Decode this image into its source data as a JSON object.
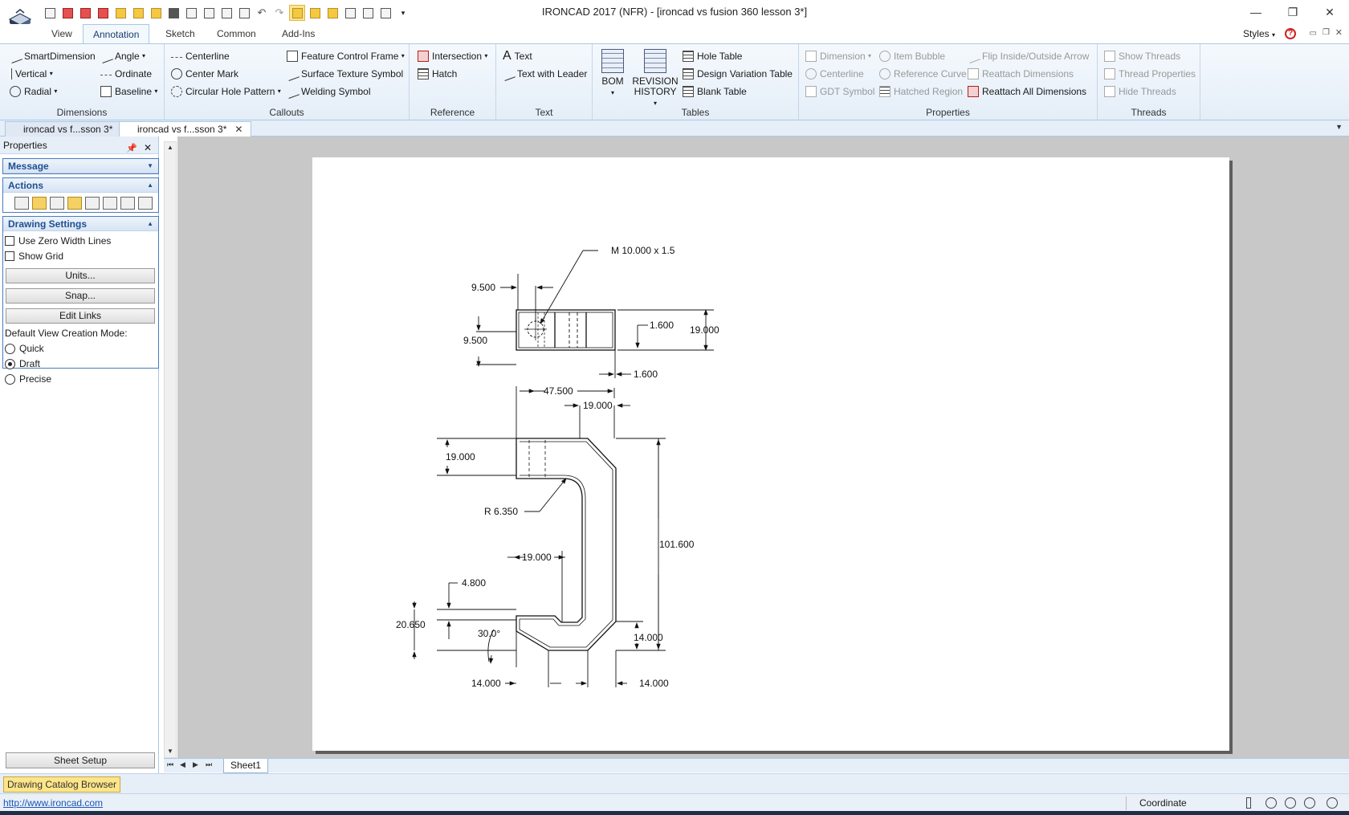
{
  "window": {
    "title": "IRONCAD 2017 (NFR) - [ironcad vs fusion 360 lesson 3*]",
    "minimize": "—",
    "restore": "❐",
    "close": "✕"
  },
  "ribbon_tabs": [
    "View",
    "Annotation",
    "Sketch",
    "Common",
    "Add-Ins"
  ],
  "ribbon_right": {
    "styles": "Styles",
    "help": "?"
  },
  "ribbon": {
    "dimensions": {
      "label": "Dimensions",
      "smart_dimension": "SmartDimension",
      "vertical": "Vertical",
      "radial": "Radial",
      "angle": "Angle",
      "ordinate": "Ordinate",
      "baseline": "Baseline"
    },
    "callouts": {
      "label": "Callouts",
      "centerline": "Centerline",
      "center_mark": "Center Mark",
      "circular_hole_pattern": "Circular Hole Pattern",
      "feature_control_frame": "Feature Control Frame",
      "surface_texture_symbol": "Surface Texture Symbol",
      "welding_symbol": "Welding Symbol"
    },
    "reference": {
      "label": "Reference",
      "intersection": "Intersection",
      "hatch": "Hatch"
    },
    "text": {
      "label": "Text",
      "text": "Text",
      "text_with_leader": "Text with Leader"
    },
    "tables": {
      "label": "Tables",
      "bom": "BOM",
      "revision_history": "REVISION HISTORY",
      "hole_table": "Hole Table",
      "design_variation_table": "Design Variation Table",
      "blank_table": "Blank Table"
    },
    "properties": {
      "label": "Properties",
      "dimension": "Dimension",
      "centerline": "Centerline",
      "gdt_symbol": "GDT Symbol",
      "item_bubble": "Item Bubble",
      "reference_curve": "Reference Curve",
      "hatched_region": "Hatched Region",
      "flip_inside_outside_arrow": "Flip Inside/Outside Arrow",
      "reattach_dimensions": "Reattach Dimensions",
      "reattach_all_dimensions": "Reattach All Dimensions"
    },
    "threads": {
      "label": "Threads",
      "show_threads": "Show Threads",
      "thread_properties": "Thread Properties",
      "hide_threads": "Hide Threads"
    }
  },
  "doc_tabs": [
    {
      "label": "ironcad vs f...sson 3*",
      "active": false
    },
    {
      "label": "ironcad vs f...sson 3*",
      "active": true
    }
  ],
  "properties_panel": {
    "title": "Properties",
    "message": "Message",
    "actions": "Actions",
    "drawing_settings": "Drawing Settings",
    "use_zero_width_lines": "Use Zero Width Lines",
    "show_grid": "Show Grid",
    "units_button": "Units...",
    "snap_button": "Snap...",
    "edit_links_button": "Edit Links",
    "default_view_mode_label": "Default View Creation Mode:",
    "mode_quick": "Quick",
    "mode_draft": "Draft",
    "mode_precise": "Precise",
    "selected_mode": "Draft",
    "sheet_setup": "Sheet Setup"
  },
  "drawing": {
    "thread_callout": "M 10.000 x 1.5",
    "top_view": {
      "dim_top_left": "9.500",
      "dim_bottom_left": "9.500",
      "dim_thickness": "1.600",
      "dim_height": "19.000",
      "dim_bottom": "1.600"
    },
    "front_view": {
      "dim_overall_width": "47.500",
      "dim_top_right": "19.000",
      "dim_top_left_height": "19.000",
      "dim_radius": "R 6.350",
      "dim_overall_height": "101.600",
      "dim_inner_width": "19.000",
      "dim_lip": "4.800",
      "dim_lower_height": "20.650",
      "dim_angle": "30.0°",
      "dim_chamfer_height": "14.000",
      "dim_bottom_left": "14.000",
      "dim_bottom_right": "14.000"
    }
  },
  "sheet_tabs": [
    "Sheet1"
  ],
  "catalog_browser": "Drawing Catalog Browser",
  "status": {
    "link": "http://www.ironcad.com",
    "coordinate": "Coordinate"
  }
}
